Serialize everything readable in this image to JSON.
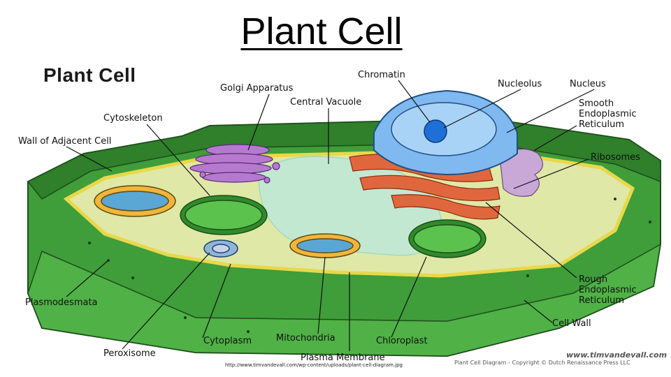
{
  "slide_title": "Plant Cell",
  "diagram_title": "Plant Cell",
  "labels": {
    "chromatin": "Chromatin",
    "golgi": "Golgi Apparatus",
    "nucleolus": "Nucleolus",
    "nucleus": "Nucleus",
    "central_vacuole": "Central Vacuole",
    "cytoskeleton": "Cytoskeleton",
    "smooth_er": "Smooth\nEndoplasmic\nReticulum",
    "wall_adjacent": "Wall of Adjacent Cell",
    "ribosomes": "Ribosomes",
    "plasmodesmata": "Plasmodesmata",
    "rough_er": "Rough\nEndoplasmic\nReticulum",
    "cell_wall": "Cell Wall",
    "cytoplasm": "Cytoplasm",
    "mitochondria": "Mitochondria",
    "chloroplast": "Chloroplast",
    "peroxisome": "Peroxisome",
    "plasma_membrane": "Plasma Membrane"
  },
  "source_url": "http://www.timvandevall.com/wp-content/uploads/plant-cell-diagram.jpg",
  "watermark": {
    "site": "www.timvandevall.com",
    "copyright": "Plant Cell Diagram - Copyright © Dutch Renaissance Press LLC"
  }
}
